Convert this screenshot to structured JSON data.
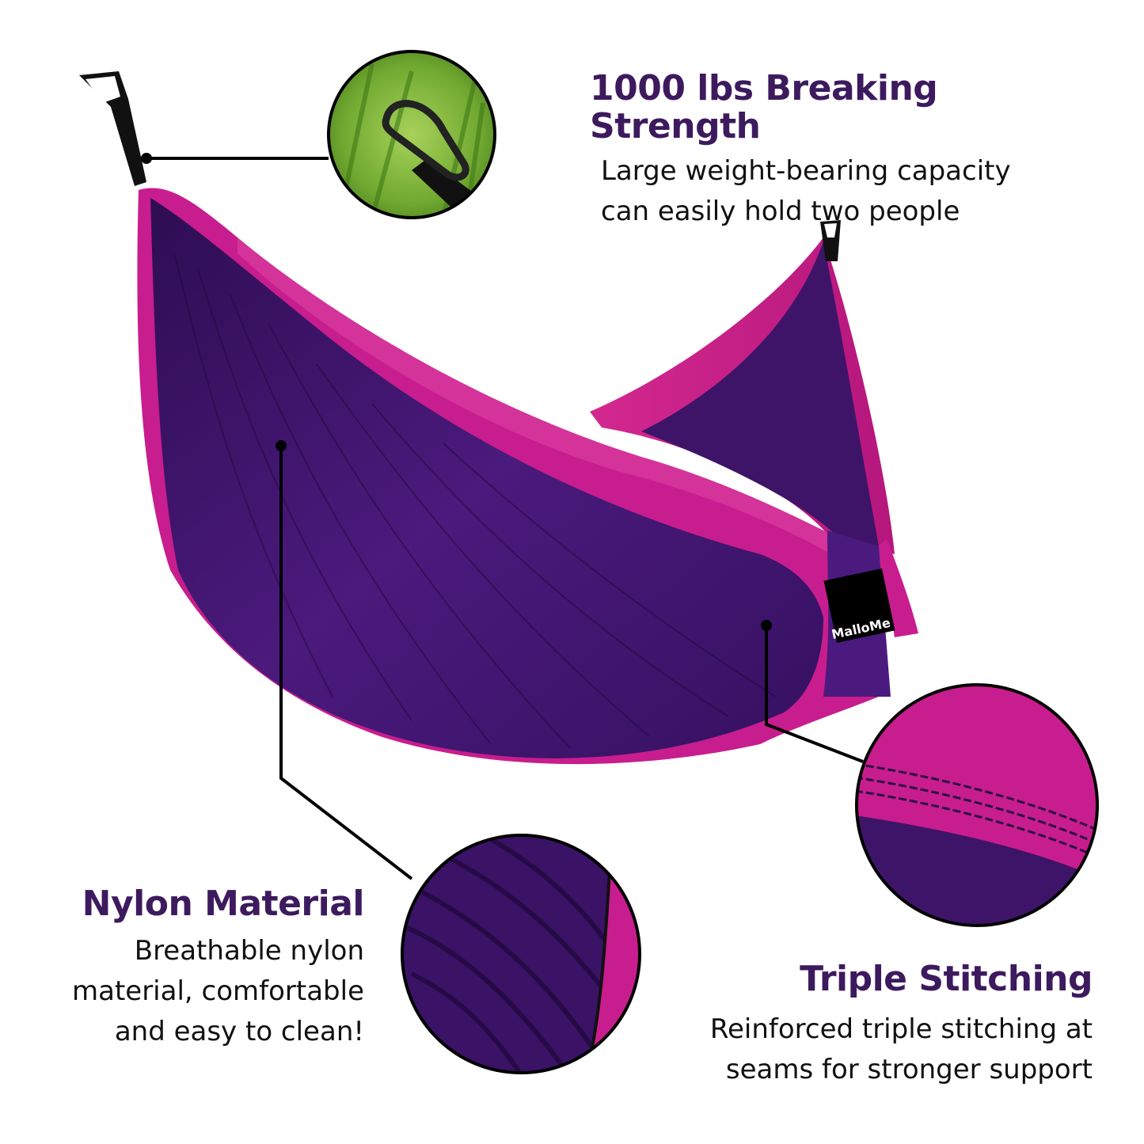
{
  "colors": {
    "headline": "#3d1a5e",
    "body_text": "#111111",
    "hammock_pink": "#c81d8e",
    "hammock_purple": "#3e1468",
    "leader_line": "#000000"
  },
  "brand": {
    "logo_text": "MalloMe"
  },
  "features": {
    "strength": {
      "title": "1000 lbs Breaking Strength",
      "line1": "Large weight-bearing capacity",
      "line2": "can easily hold two people"
    },
    "nylon": {
      "title": "Nylon Material",
      "line1": "Breathable nylon",
      "line2": "material, comfortable",
      "line3": "and easy to clean!"
    },
    "stitching": {
      "title": "Triple Stitching",
      "line1": "Reinforced triple stitching at",
      "line2": "seams for stronger support"
    }
  }
}
